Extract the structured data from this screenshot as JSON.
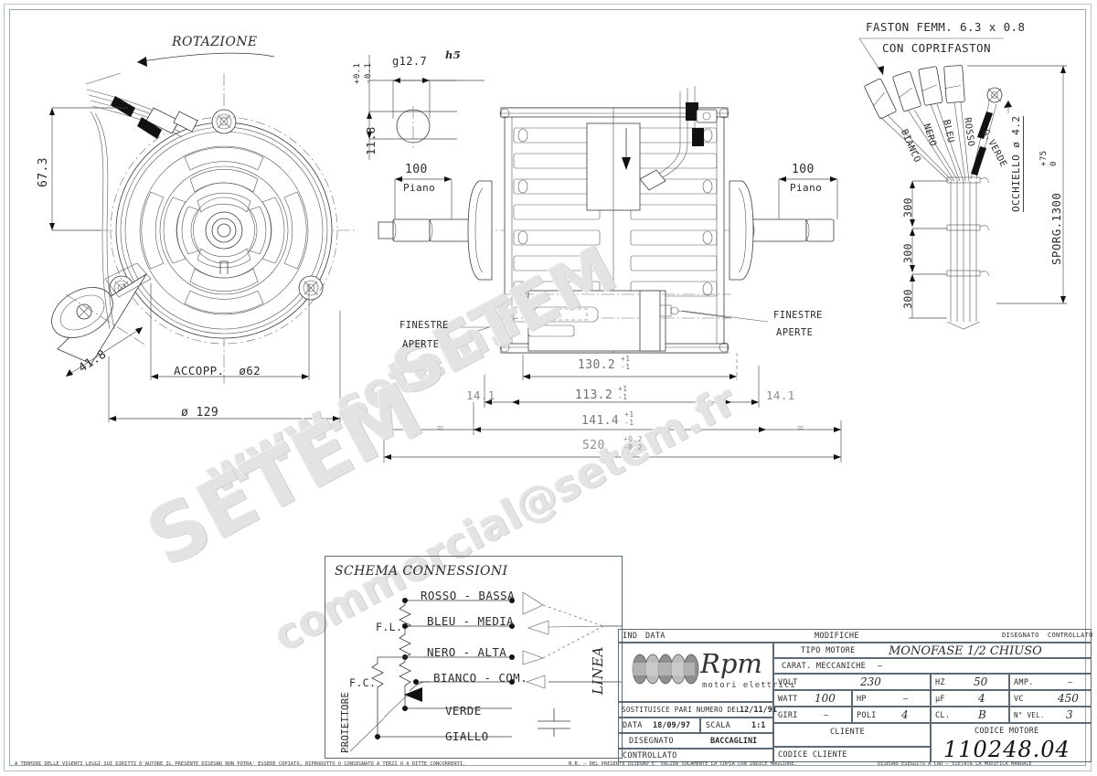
{
  "document": {
    "type": "technical-drawing",
    "drawing_code": "110248.04",
    "sheet_size": "1200x849"
  },
  "watermarks": {
    "w1": "www.setem.fr",
    "w2": "SETEM",
    "w3": "SETEM",
    "w4": "commercial@setem.fr"
  },
  "view_front": {
    "rotation_label": "ROTAZIONE",
    "dim_height": "67.3",
    "dim_bracket": "41.8",
    "dim_coupling": "ACCOPP.  ø62",
    "dim_outer": "ø 129"
  },
  "shaft_detail": {
    "diameter": "g12.7",
    "tolerance_class": "h5",
    "flat_dim": "11.8",
    "tol_plus": "+0.1",
    "tol_minus": "-0.1"
  },
  "view_section": {
    "left_plane_value": "100",
    "left_plane_label": "Piano",
    "right_plane_value": "100",
    "right_plane_label": "Piano",
    "window_left_line1": "FINESTRE",
    "window_left_line2": "APERTE",
    "window_right_line1": "FINESTRE",
    "window_right_line2": "APERTE",
    "dim_130": "130.2",
    "dim_130_tol_p": "+1",
    "dim_130_tol_m": "-1",
    "dim_113": "113.2",
    "dim_113_tol_p": "+1",
    "dim_113_tol_m": "-1",
    "dim_141": "141.4",
    "dim_141_tol_p": "+1",
    "dim_141_tol_m": "-1",
    "dim_left_14": "14.1",
    "dim_right_14": "14.1",
    "dim_total": "520",
    "dim_total_tol_p": "+0.2",
    "dim_total_tol_m": "-0.2",
    "sym_eq_left": "=",
    "sym_eq_right": "="
  },
  "view_wiring": {
    "faston_line1": "FASTON FEMM. 6.3 x 0.8",
    "faston_line2": "CON COPRIFASTON",
    "wires": [
      "BIANCO",
      "NERO",
      "BLEU",
      "ROSSO",
      "G.VERDE"
    ],
    "eyelet_label": "OCCHIELLO ø 4.2",
    "protrusion_label": "SPORG.1300",
    "protrusion_tol_p": "+75",
    "protrusion_tol_m": "0",
    "spacings": [
      "300",
      "300",
      "300"
    ]
  },
  "schema": {
    "title": "SCHEMA CONNESSIONI",
    "line_label": "LINEA",
    "protector_label": "PROTETTORE",
    "fl_label": "F.L.",
    "fc_label": "F.C.",
    "connections": [
      {
        "wire": "ROSSO",
        "speed": "BASSA",
        "text": "ROSSO - BASSA"
      },
      {
        "wire": "BLEU",
        "speed": "MEDIA",
        "text": "BLEU - MEDIA"
      },
      {
        "wire": "NERO",
        "speed": "ALTA",
        "text": "NERO - ALTA"
      },
      {
        "wire": "BIANCO",
        "speed": "COM.",
        "text": "BIANCO - COM."
      },
      {
        "wire": "VERDE",
        "speed": "",
        "text": "VERDE"
      },
      {
        "wire": "GIALLO",
        "speed": "",
        "text": "GIALLO"
      }
    ]
  },
  "titleblock": {
    "header_ind": "IND",
    "header_data": "DATA",
    "header_modifiche": "MODIFICHE",
    "header_disegnato": "DISEGNATO",
    "header_controllato": "CONTROLLATO",
    "brand_name": "Rpm",
    "brand_sub": "motori elettrici",
    "sostituisce_label": "SOSTITUISCE PARI NUMERO DEL",
    "sostituisce_value": "12/11/91",
    "data_label": "DATA",
    "data_value": "18/09/97",
    "scala_label": "SCALA",
    "scala_value": "1:1",
    "disegnato_label": "DISEGNATO",
    "disegnato_value": "BACCAGLINI",
    "controllato_label": "CONTROLLATO",
    "tipo_motore_label": "TIPO MOTORE",
    "tipo_motore_value": "MONOFASE 1/2 CHIUSO",
    "carat_label": "CARAT. MECCANICHE",
    "carat_value": "—",
    "volt_label": "VOLT",
    "volt_value": "230",
    "hz_label": "HZ",
    "hz_value": "50",
    "amp_label": "AMP.",
    "amp_value": "—",
    "watt_label": "WATT",
    "watt_value": "100",
    "hp_label": "HP",
    "hp_value": "—",
    "uf_label": "µF",
    "uf_value": "4",
    "vc_label": "VC",
    "vc_value": "450",
    "giri_label": "GIRI",
    "giri_value": "—",
    "poli_label": "POLI",
    "poli_value": "4",
    "cl_label": "CL.",
    "cl_value": "B",
    "nvel_label": "N° VEL.",
    "nvel_value": "3",
    "cliente_label": "CLIENTE",
    "codice_cliente_label": "CODICE CLIENTE",
    "codice_motore_label": "CODICE MOTORE",
    "codice_motore_value": "110248.04"
  },
  "footer": {
    "left": "A TERMINI DELLE VIGENTI LEGGI SUI DIRITTI D'AUTORE IL PRESENTE DISEGNO NON POTRA' ESSERE COPIATO, RIPRODOTTO O CONSEGNATO A TERZI O A DITTE CONCORRENTI.",
    "middle": "N.B. — DEL PRESENTE DISEGNO E' VALIDA SOLAMENTE LA COPIA CON INDICE MAGGIORE.",
    "right": "DISEGNO ESEGUITO A CAD — VIETATA LA MODIFICA MANUALE"
  }
}
